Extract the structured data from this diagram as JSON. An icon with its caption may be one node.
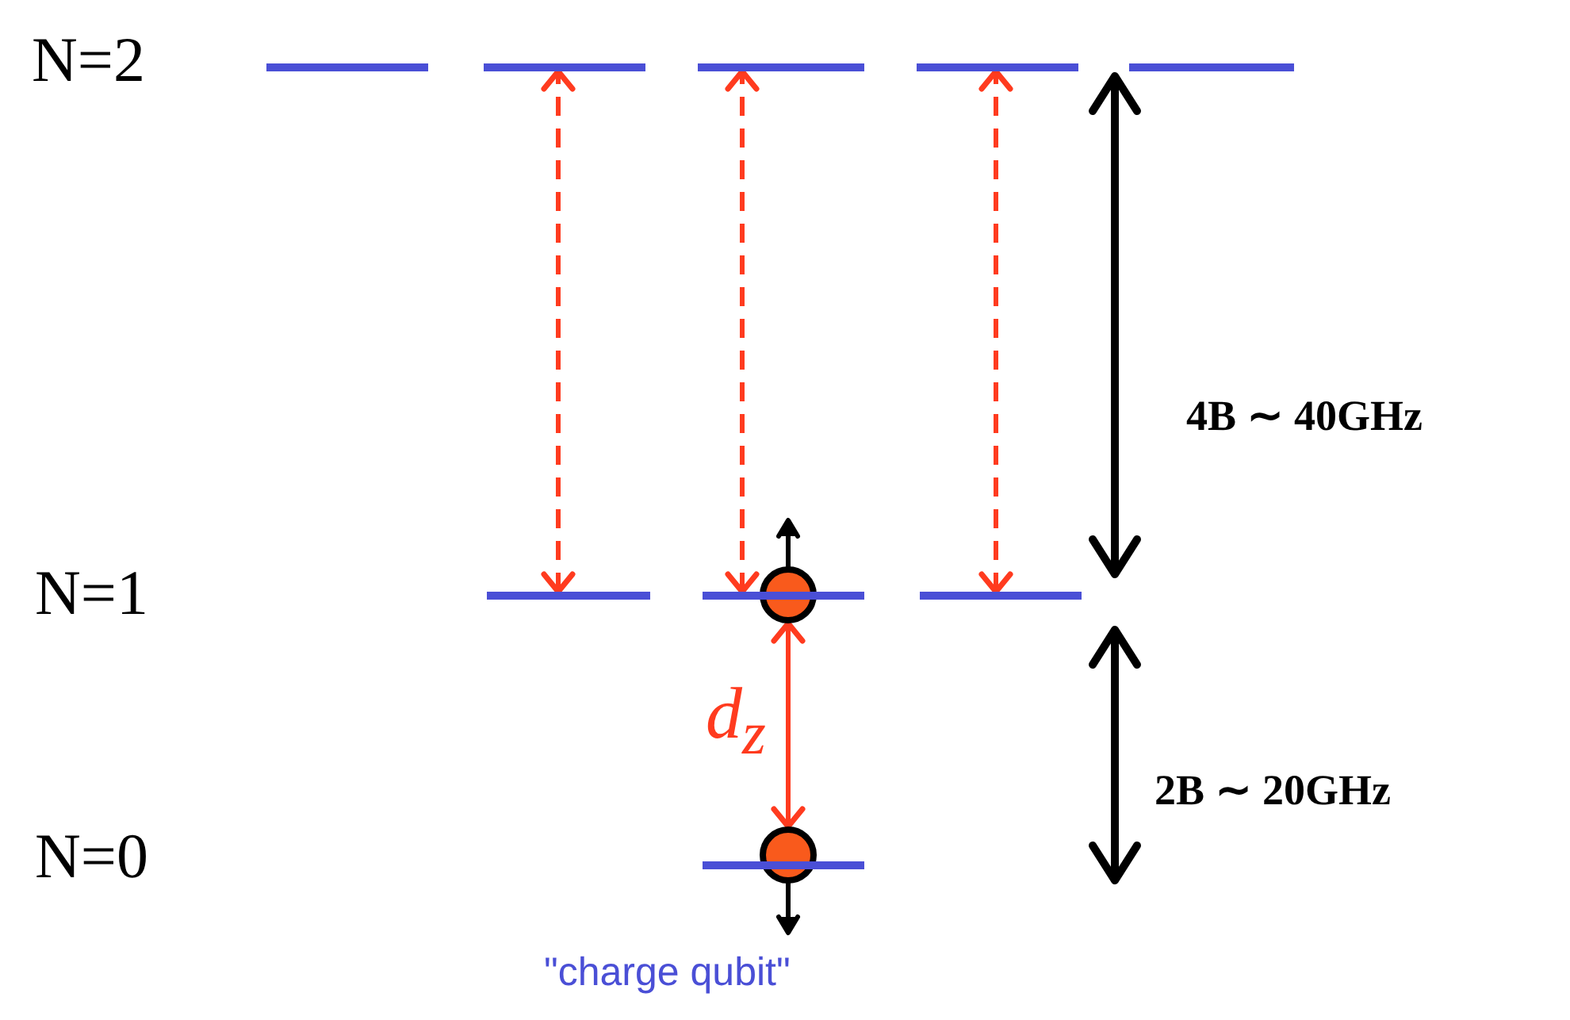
{
  "diagram": {
    "nodes": [
      {
        "text": [],
        "shape": "bar"
      },
      {
        "text": [],
        "shape": "bar"
      },
      {
        "text": [],
        "shape": "bar"
      },
      {
        "text": [],
        "shape": "bar"
      },
      {
        "text": [],
        "shape": "bar"
      },
      {
        "text": [],
        "shape": "bar"
      },
      {
        "text": [],
        "shape": "bar"
      },
      {
        "text": [],
        "shape": "bar"
      },
      {
        "text": [],
        "shape": "bar"
      },
      {
        "text": [],
        "shape": "circle"
      },
      {
        "text": [],
        "shape": "circle"
      }
    ],
    "edges": [
      {
        "from": 5,
        "to": 1,
        "arrow": "both",
        "style": "dashed",
        "color": "#ff3b1f"
      },
      {
        "from": 6,
        "to": 2,
        "arrow": "both",
        "style": "dashed",
        "color": "#ff3b1f"
      },
      {
        "from": 7,
        "to": 3,
        "arrow": "both",
        "style": "dashed",
        "color": "#ff3b1f"
      },
      {
        "from": 10,
        "to": 9,
        "arrow": "both",
        "label": "d$_{z}$",
        "color": "#ff3b1f"
      }
    ],
    "labels": [
      "N=2",
      "N=1",
      "N=0",
      "4B ∼ 40GHz",
      "2B ∼ 20GHz",
      "\"charge qubit\""
    ]
  }
}
